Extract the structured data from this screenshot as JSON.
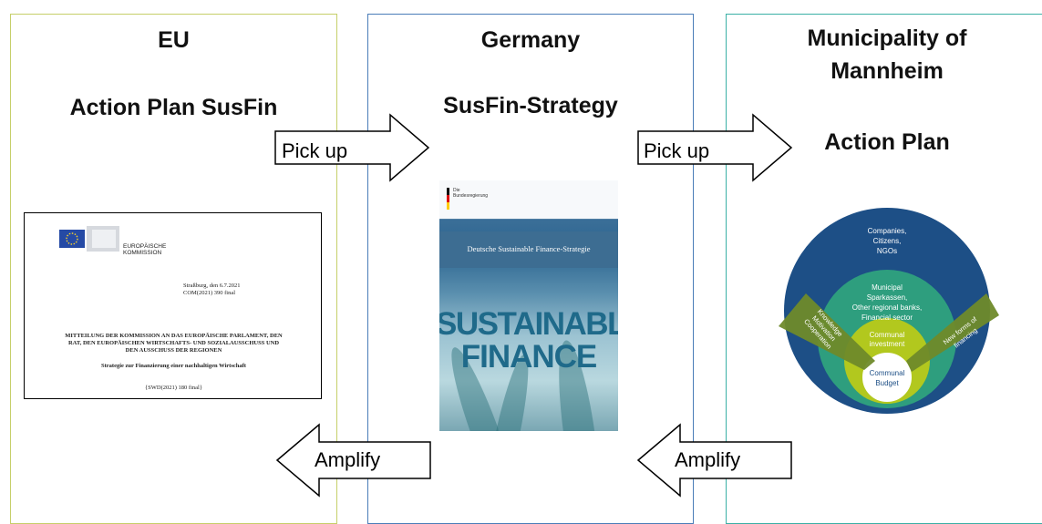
{
  "panels": {
    "eu": {
      "title": "EU",
      "subtitle": "Action Plan SusFin"
    },
    "germany": {
      "title": "Germany",
      "subtitle": "SusFin-Strategy"
    },
    "mannheim": {
      "title_line1": "Municipality of",
      "title_line2": "Mannheim",
      "subtitle": "Action Plan"
    }
  },
  "arrows": {
    "pickup_1": "Pick up",
    "pickup_2": "Pick up",
    "amplify_1": "Amplify",
    "amplify_2": "Amplify"
  },
  "eu_document": {
    "logo_line1": "EUROPÄISCHE",
    "logo_line2": "KOMMISSION",
    "place_date": "Straßburg, den 6.7.2021",
    "doc_ref": "COM(2021) 390 final",
    "heading_line1": "MITTEILUNG DER KOMMISSION AN DAS EUROPÄISCHE PARLAMENT, DEN",
    "heading_line2": "RAT, DEN EUROPÄISCHEN WIRTSCHAFTS- UND SOZIALAUSSCHUSS UND",
    "heading_line3": "DEN AUSSCHUSS DER REGIONEN",
    "strategy_title": "Strategie zur Finanzierung einer nachhaltigen Wirtschaft",
    "swd_ref": "{SWD(2021) 180 final}"
  },
  "germany_cover": {
    "header_line1": "Die",
    "header_line2": "Bundesregierung",
    "band_text": "Deutsche Sustainable Finance-Strategie",
    "big_line1": "SUSTAINABLE",
    "big_line2": "FINANCE"
  },
  "mannheim_circle": {
    "outer": [
      "Companies,",
      "Citizens,",
      "NGOs"
    ],
    "middle": [
      "Municipal",
      "Sparkassen,",
      "Other regional banks,",
      "Financial sector"
    ],
    "inner": [
      "Communal",
      "investment"
    ],
    "core": [
      "Communal",
      "Budget"
    ],
    "left_arrow": [
      "Knowledge",
      "Motivation",
      "Cooperation"
    ],
    "right_arrow": [
      "New forms of",
      "financing"
    ],
    "colors": {
      "outer": "#1d4f86",
      "middle": "#2e9e7e",
      "inner": "#b2c81e",
      "core": "#ffffff",
      "arrows": "#6f8a2a"
    }
  }
}
